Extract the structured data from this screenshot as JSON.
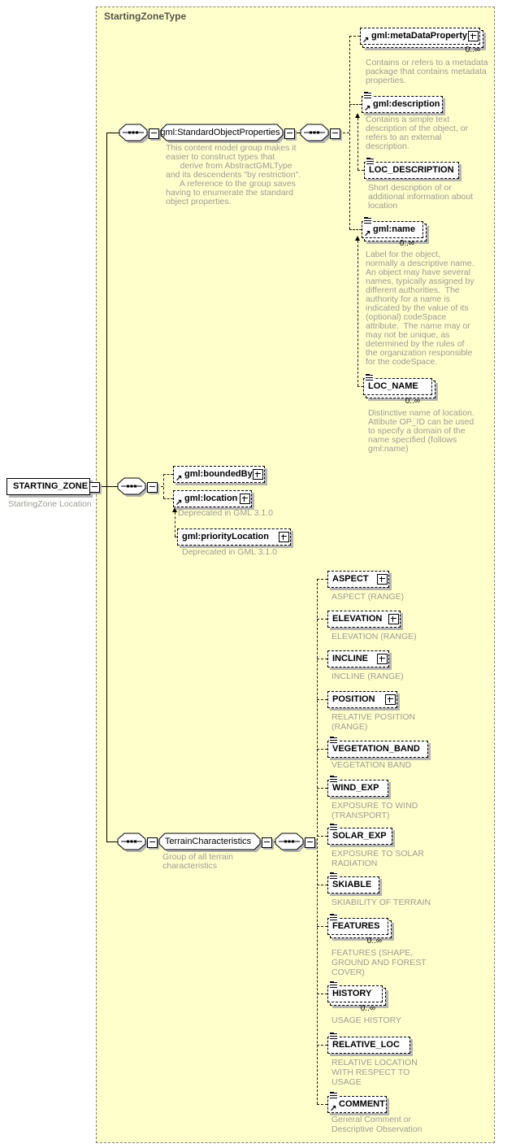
{
  "diagram": {
    "type_title": "StartingZoneType",
    "root_element": {
      "label": "STARTING_ZONE",
      "caption": "StartingZone Location"
    }
  },
  "groups": {
    "standard_object_properties": {
      "label": "gml:StandardObjectProperties",
      "annotation": "This content model group makes it\neasier to construct types that\n      derive from AbstractGMLType\nand its descendents \"by restriction\".\n      A reference to the group saves\nhaving to enumerate the standard\nobject properties."
    },
    "terrain_characteristics": {
      "label": "TerrainCharacteristics",
      "annotation": "Group of all terrain\ncharacteristics"
    }
  },
  "elements": {
    "meta_data_property": {
      "label": "gml:metaDataProperty",
      "occurrence": "0..∞",
      "annotation": "Contains or refers to a metadata\npackage that contains metadata\nproperties."
    },
    "description": {
      "label": "gml:description",
      "annotation": "Contains a simple text\ndescription of the object, or\nrefers to an external\ndescription."
    },
    "loc_description": {
      "label": "LOC_DESCRIPTION",
      "annotation": "Short description of or\nadditional information about\nlocation"
    },
    "name": {
      "label": "gml:name",
      "occurrence": "0..∞",
      "annotation": "Label for the object,\nnormally a descriptive name.\nAn object may have several\nnames, typically assigned by\ndifferent authorities.  The\nauthority for a name is\nindicated by the value of its\n(optional) codeSpace\nattribute.  The name may or\nmay not be unique, as\ndetermined by the rules of\nthe organization responsible\nfor the codeSpace."
    },
    "loc_name": {
      "label": "LOC_NAME",
      "occurrence": "0..∞",
      "annotation": "Distinctive name of location.\nAttibute OP_ID can be used\nto specify a domain of the\nname specified (follows\ngml:name)"
    },
    "bounded_by": {
      "label": "gml:boundedBy"
    },
    "location": {
      "label": "gml:location",
      "annotation": "Deprecated in GML 3.1.0"
    },
    "priority_location": {
      "label": "gml:priorityLocation",
      "annotation": "Deprecated in GML 3.1.0"
    },
    "aspect": {
      "label": "ASPECT",
      "annotation": "ASPECT (RANGE)"
    },
    "elevation": {
      "label": "ELEVATION",
      "annotation": "ELEVATION (RANGE)"
    },
    "incline": {
      "label": "INCLINE",
      "annotation": "INCLINE (RANGE)"
    },
    "position": {
      "label": "POSITION",
      "annotation": "RELATIVE POSITION\n(RANGE)"
    },
    "vegetation_band": {
      "label": "VEGETATION_BAND",
      "annotation": "VEGETATION BAND"
    },
    "wind_exp": {
      "label": "WIND_EXP",
      "annotation": "EXPOSURE TO WIND\n(TRANSPORT)"
    },
    "solar_exp": {
      "label": "SOLAR_EXP",
      "annotation": "EXPOSURE TO SOLAR\nRADIATION"
    },
    "skiable": {
      "label": "SKIABLE",
      "annotation": "SKIABILITY OF TERRAIN"
    },
    "features": {
      "label": "FEATURES",
      "occurrence": "0..∞",
      "annotation": "FEATURES (SHAPE,\nGROUND AND FOREST\nCOVER)"
    },
    "history": {
      "label": "HISTORY",
      "occurrence": "0..∞",
      "annotation": "USAGE HISTORY"
    },
    "relative_loc": {
      "label": "RELATIVE_LOC",
      "annotation": "RELATIVE LOCATION\nWITH RESPECT TO\nUSAGE"
    },
    "comment": {
      "label": "COMMENT",
      "annotation": "General Comment or\nDescriptive Observation"
    }
  },
  "colors": {
    "canvas_fill": "#FFFFCC",
    "canvas_border": "#808080",
    "annotation_text": "#9C9C9C",
    "box_shadow": "#B5B5B5"
  }
}
